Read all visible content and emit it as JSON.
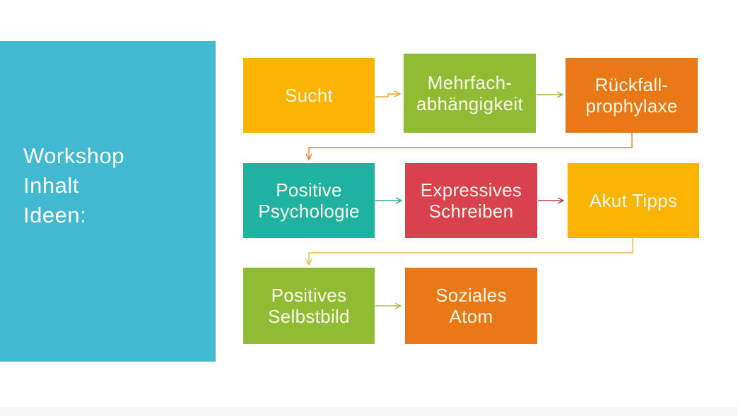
{
  "slide": {
    "title": "Workshop\nInhalt\nIdeen:",
    "title_panel_color": "#41B9D1",
    "background_color": "#FFFFFF",
    "node_text_color": "#FDF8EC"
  },
  "nodes": [
    {
      "id": "sucht",
      "label": "Sucht",
      "color": "#F9B301"
    },
    {
      "id": "mehrfach-abhaengigkeit",
      "label": "Mehrfach-\nabhängigkeit",
      "color": "#8FBC33"
    },
    {
      "id": "rueckfall-prophylaxe",
      "label": "Rückfall-\nprophylaxe",
      "color": "#E97917"
    },
    {
      "id": "positive-psychologie",
      "label": "Positive\nPsychologie",
      "color": "#1FB2A0"
    },
    {
      "id": "expressives-schreiben",
      "label": "Expressives\nSchreiben",
      "color": "#D9414E"
    },
    {
      "id": "akut-tipps",
      "label": "Akut Tipps",
      "color": "#F9B301"
    },
    {
      "id": "positives-selbstbild",
      "label": "Positives\nSelbstbild",
      "color": "#8FBC33"
    },
    {
      "id": "soziales-atom",
      "label": "Soziales\nAtom",
      "color": "#E97917"
    }
  ],
  "connectors": [
    {
      "from": "sucht",
      "to": "mehrfach-abhaengigkeit",
      "color": "#EFA92B"
    },
    {
      "from": "mehrfach-abhaengigkeit",
      "to": "rueckfall-prophylaxe",
      "color": "#8FBC33"
    },
    {
      "from": "rueckfall-prophylaxe",
      "to": "positive-psychologie",
      "color": "#E8821F"
    },
    {
      "from": "positive-psychologie",
      "to": "expressives-schreiben",
      "color": "#2EA9A4"
    },
    {
      "from": "expressives-schreiben",
      "to": "akut-tipps",
      "color": "#B2444E"
    },
    {
      "from": "akut-tipps",
      "to": "positives-selbstbild",
      "color": "#F4BA3C"
    },
    {
      "from": "positives-selbstbild",
      "to": "soziales-atom",
      "color": "#A8C13E"
    }
  ]
}
